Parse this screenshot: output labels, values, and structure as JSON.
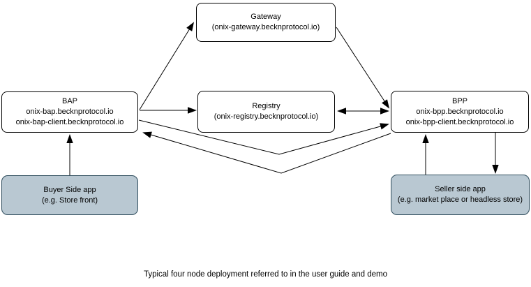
{
  "diagram": {
    "caption": "Typical four node deployment referred to in the user guide and demo",
    "nodes": {
      "gateway": {
        "lines": [
          "Gateway",
          "(onix-gateway.becknprotocol.io)"
        ]
      },
      "bap": {
        "lines": [
          "BAP",
          "onix-bap.becknprotocol.io",
          "onix-bap-client.becknprotocol.io"
        ]
      },
      "registry": {
        "lines": [
          "Registry",
          "(onix-registry.becknprotocol.io)"
        ]
      },
      "bpp": {
        "lines": [
          "BPP",
          "onix-bpp.becknprotocol.io",
          "onix-bpp-client.becknprotocol.io"
        ]
      },
      "buyer_app": {
        "lines": [
          "Buyer Side app",
          "(e.g. Store front)"
        ]
      },
      "seller_app": {
        "lines": [
          "Seller side app",
          "(e.g. market place or headless store)"
        ]
      }
    },
    "colors": {
      "node_fill": "#ffffff",
      "node_border": "#000000",
      "app_fill": "#b9c8d2",
      "app_border": "#2f4d5d",
      "connector": "#000000"
    }
  }
}
